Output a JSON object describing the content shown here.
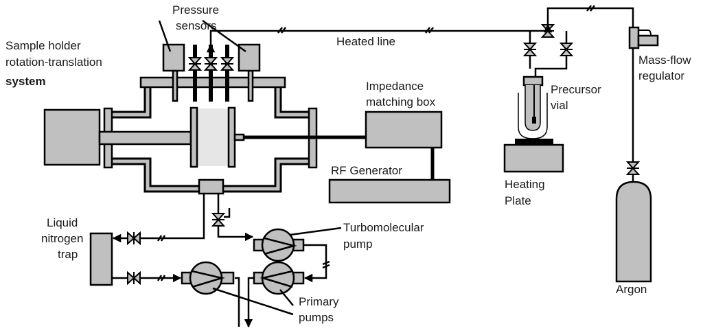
{
  "labels": {
    "sample_holder": [
      "Sample holder",
      "rotation-translation",
      "system"
    ],
    "pressure_sensors": [
      "Pressure",
      "sensors"
    ],
    "heated_line": "Heated line",
    "impedance": [
      "Impedance",
      "matching box"
    ],
    "rf_generator": "RF Generator",
    "precursor_vial": [
      "Precursor",
      "vial"
    ],
    "mass_flow": [
      "Mass-flow",
      "regulator"
    ],
    "heating_plate": [
      "Heating",
      "Plate"
    ],
    "argon": "Argon",
    "nitrogen_trap": [
      "Liquid",
      "nitrogen",
      "trap"
    ],
    "turbo_pump": [
      "Turbomolecular",
      "pump"
    ],
    "primary_pumps": [
      "Primary",
      "pumps"
    ]
  },
  "colors": {
    "component_fill": "#c0c0c0",
    "sample_zone": "#e6e6e6",
    "line": "#000000"
  }
}
